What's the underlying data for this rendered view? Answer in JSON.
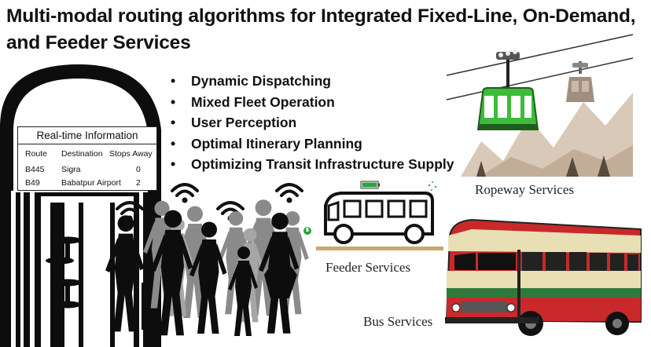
{
  "title": "Multi-modal routing algorithms for Integrated Fixed-Line, On-Demand, and Feeder Services",
  "bullets": [
    "Dynamic Dispatching",
    "Mixed Fleet Operation",
    "User Perception",
    "Optimal Itinerary Planning",
    "Optimizing Transit Infrastructure Supply"
  ],
  "realtime_board": {
    "title": "Real-time Information",
    "headers": [
      "Route",
      "Destination",
      "Stops Away"
    ],
    "rows": [
      {
        "route": "B445",
        "destination": "Sigra",
        "stops": "0"
      },
      {
        "route": "B49",
        "destination": "Babatpur Airport",
        "stops": "2"
      }
    ]
  },
  "services": {
    "ropeway": "Ropeway Services",
    "feeder": "Feeder Services",
    "bus": "Bus Services"
  },
  "colors": {
    "gondola": "#3dbb3a",
    "bus_red": "#c9292b",
    "bus_green": "#2f7a3a",
    "bus_cream": "#e8dfb5",
    "battery": "#2aa340"
  },
  "icons": [
    "wifi-icon",
    "battery-icon",
    "pin-icon"
  ]
}
